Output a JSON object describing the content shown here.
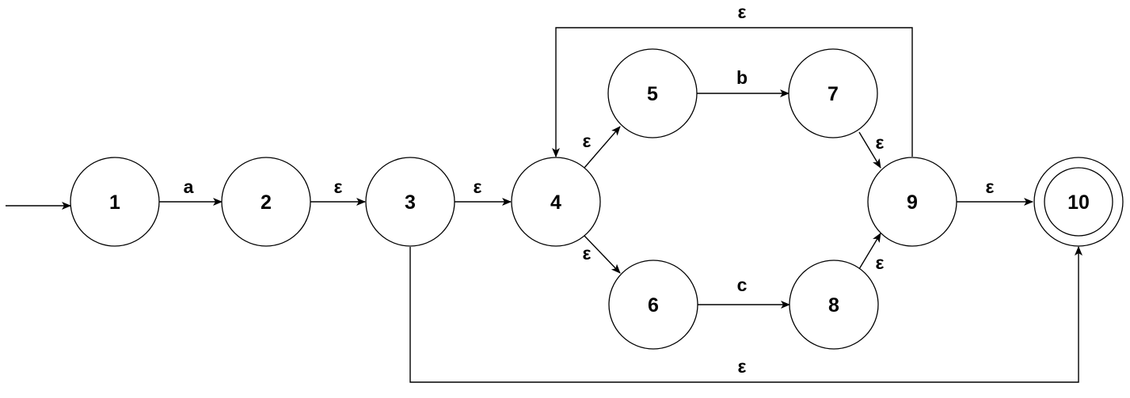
{
  "states": [
    {
      "id": "1",
      "label": "1",
      "accepting": false
    },
    {
      "id": "2",
      "label": "2",
      "accepting": false
    },
    {
      "id": "3",
      "label": "3",
      "accepting": false
    },
    {
      "id": "4",
      "label": "4",
      "accepting": false
    },
    {
      "id": "5",
      "label": "5",
      "accepting": false
    },
    {
      "id": "6",
      "label": "6",
      "accepting": false
    },
    {
      "id": "7",
      "label": "7",
      "accepting": false
    },
    {
      "id": "8",
      "label": "8",
      "accepting": false
    },
    {
      "id": "9",
      "label": "9",
      "accepting": false
    },
    {
      "id": "10",
      "label": "10",
      "accepting": true
    }
  ],
  "start_state": "1",
  "transitions": [
    {
      "from": "1",
      "to": "2",
      "label": "a"
    },
    {
      "from": "2",
      "to": "3",
      "label": "ε"
    },
    {
      "from": "3",
      "to": "4",
      "label": "ε"
    },
    {
      "from": "4",
      "to": "5",
      "label": "ε"
    },
    {
      "from": "4",
      "to": "6",
      "label": "ε"
    },
    {
      "from": "5",
      "to": "7",
      "label": "b"
    },
    {
      "from": "6",
      "to": "8",
      "label": "c"
    },
    {
      "from": "7",
      "to": "9",
      "label": "ε"
    },
    {
      "from": "8",
      "to": "9",
      "label": "ε"
    },
    {
      "from": "9",
      "to": "10",
      "label": "ε"
    },
    {
      "from": "9",
      "to": "4",
      "label": "ε"
    },
    {
      "from": "3",
      "to": "10",
      "label": "ε"
    }
  ],
  "colors": {
    "stroke": "#000000",
    "fill": "#ffffff",
    "text": "#000000"
  }
}
